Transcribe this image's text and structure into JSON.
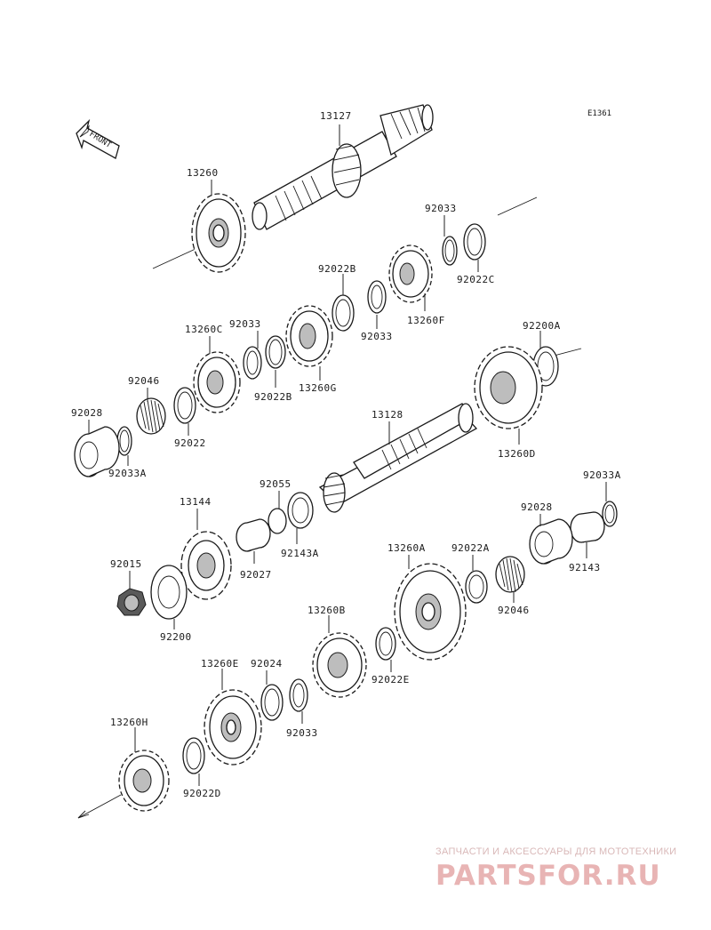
{
  "diagram_code": "E1361",
  "front_label": "FRONT",
  "parts": {
    "p13127": "13127",
    "p13260": "13260",
    "p92033_top": "92033",
    "p92022C": "92022C",
    "p92022B_top": "92022B",
    "p92033_mid": "92033",
    "p13260F": "13260F",
    "p13260C": "13260C",
    "p92033_c": "92033",
    "p13260G": "13260G",
    "p92022B_low": "92022B",
    "p92046_left": "92046",
    "p92028_left": "92028",
    "p92022": "92022",
    "p92033A_left": "92033A",
    "p92200A": "92200A",
    "p13128": "13128",
    "p13260D": "13260D",
    "p92055": "92055",
    "p13144": "13144",
    "p92143A": "92143A",
    "p92033A_right": "92033A",
    "p92028_right": "92028",
    "p92015": "92015",
    "p92027": "92027",
    "p13260A": "13260A",
    "p92022A": "92022A",
    "p92143": "92143",
    "p92046_right": "92046",
    "p92200": "92200",
    "p13260B": "13260B",
    "p13260E": "13260E",
    "p92024": "92024",
    "p92022E": "92022E",
    "p92033_bot": "92033",
    "p13260H": "13260H",
    "p92022D": "92022D"
  },
  "watermark": {
    "tagline": "ЗАПЧАСТИ И АКСЕССУАРЫ ДЛЯ МОТОТЕХНИКИ",
    "logo_text": "PARTSFOR.RU",
    "color": "#e8b4b4"
  }
}
